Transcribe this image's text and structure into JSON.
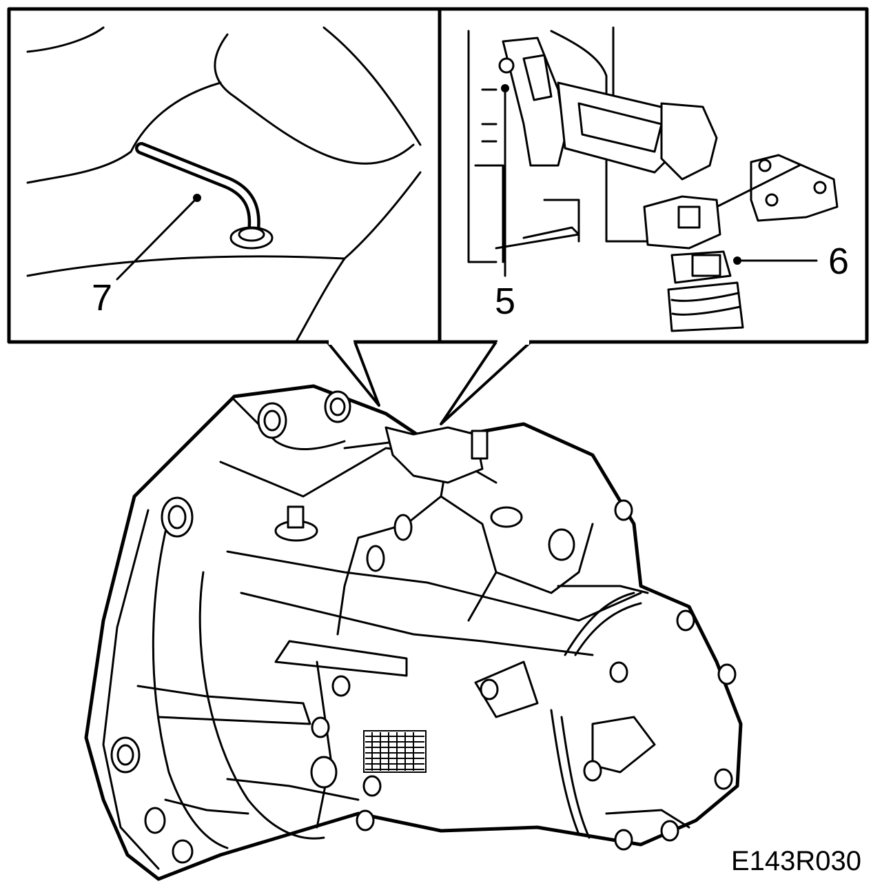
{
  "callouts": {
    "c5": "5",
    "c6": "6",
    "c7": "7"
  },
  "figure_id": "E143R030",
  "colors": {
    "line": "#000000",
    "background": "#ffffff"
  }
}
